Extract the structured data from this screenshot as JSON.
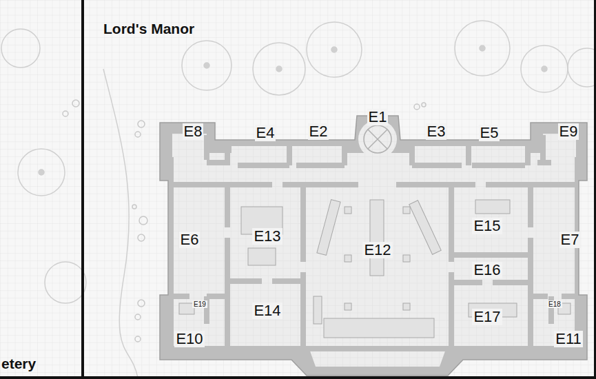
{
  "diagram": {
    "title": "Lord's Manor",
    "labels": [
      "E1",
      "E2",
      "E3",
      "E4",
      "E5",
      "E6",
      "E7",
      "E8",
      "E9",
      "E10",
      "E11",
      "E12",
      "E13",
      "E14",
      "E15",
      "E16",
      "E17",
      "E18",
      "E19",
      "etery"
    ]
  }
}
